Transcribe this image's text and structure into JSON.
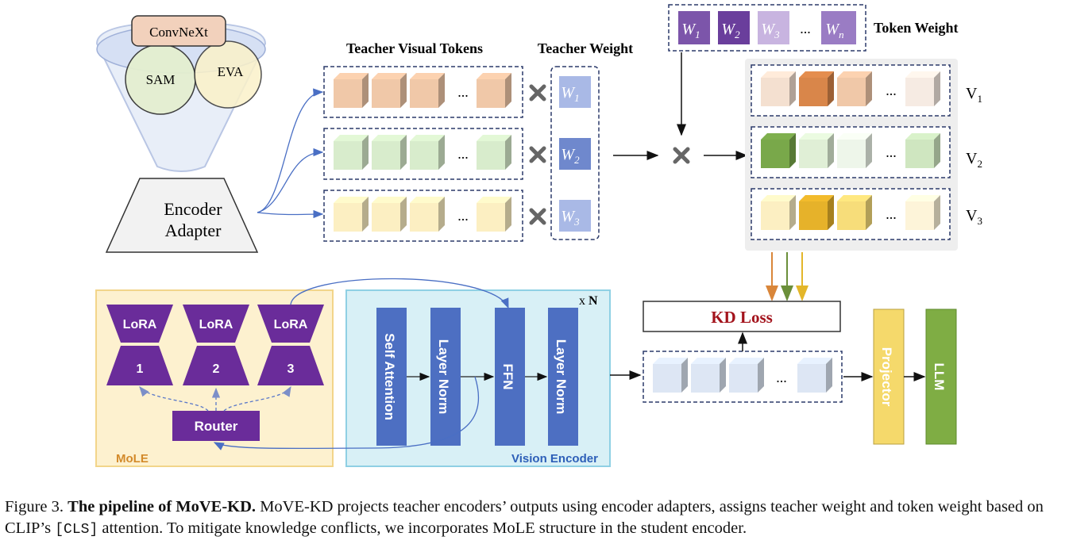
{
  "encoders": {
    "convnext": "ConvNeXt",
    "sam": "SAM",
    "eva": "EVA",
    "adapter_line1": "Encoder",
    "adapter_line2": "Adapter"
  },
  "headers": {
    "teacher_visual_tokens": "Teacher Visual Tokens",
    "teacher_weight": "Teacher Weight",
    "token_weight": "Token Weight"
  },
  "teacher_weights": [
    {
      "base": "W",
      "sub": "1"
    },
    {
      "base": "W",
      "sub": "2"
    },
    {
      "base": "W",
      "sub": "3"
    }
  ],
  "token_weights": [
    {
      "base": "W",
      "sub": "1"
    },
    {
      "base": "W",
      "sub": "2"
    },
    {
      "base": "W",
      "sub": "3"
    },
    {
      "base": "W",
      "sub": "n"
    }
  ],
  "value_labels": [
    {
      "base": "V",
      "sub": "1"
    },
    {
      "base": "V",
      "sub": "2"
    },
    {
      "base": "V",
      "sub": "3"
    }
  ],
  "ellipsis": "...",
  "mole": {
    "title": "MoLE",
    "lora_label": "LoRA",
    "experts": [
      "1",
      "2",
      "3"
    ],
    "router": "Router"
  },
  "vision_encoder": {
    "title": "Vision Encoder",
    "repeat_prefix": "x",
    "repeat_n": "N",
    "layers": [
      "Self Attention",
      "Layer Norm",
      "FFN",
      "Layer Norm"
    ]
  },
  "kd_loss": "KD Loss",
  "projector": "Projector",
  "llm": "LLM",
  "caption": {
    "figure": "Figure 3.",
    "bold": "The pipeline of MoVE-KD.",
    "text1": "MoVE-KD projects teacher encoders’ outputs using encoder adapters, assigns teacher weight and token weight based on CLIP’s",
    "code": "[CLS]",
    "text2": "attention. To mitigate knowledge conflicts, we incorporates MoLE structure in the student encoder."
  },
  "colors": {
    "orange_token": "#f0c8a8",
    "green_token": "#d8eccc",
    "yellow_token": "#fcefc2",
    "blue_token": "#dde6f4",
    "weight_dark": "#7c55aa",
    "weight_light": "#c8b4e0",
    "teacher_w1": "#a9b9e6",
    "teacher_w2": "#6f88cd",
    "teacher_w3": "#a9b9e6",
    "mole_bg": "#fdf1cf",
    "mole_border": "#f2d58a",
    "mole_title": "#d38a2a",
    "lora_purple": "#6a2c9a",
    "ve_bg": "#d8f0f6",
    "ve_border": "#8fd0e4",
    "ve_title": "#2d5fb8",
    "layer_blue": "#4d6fc2",
    "kd_red": "#a3131c",
    "projector": "#f5d96b",
    "llm": "#7fad44"
  }
}
